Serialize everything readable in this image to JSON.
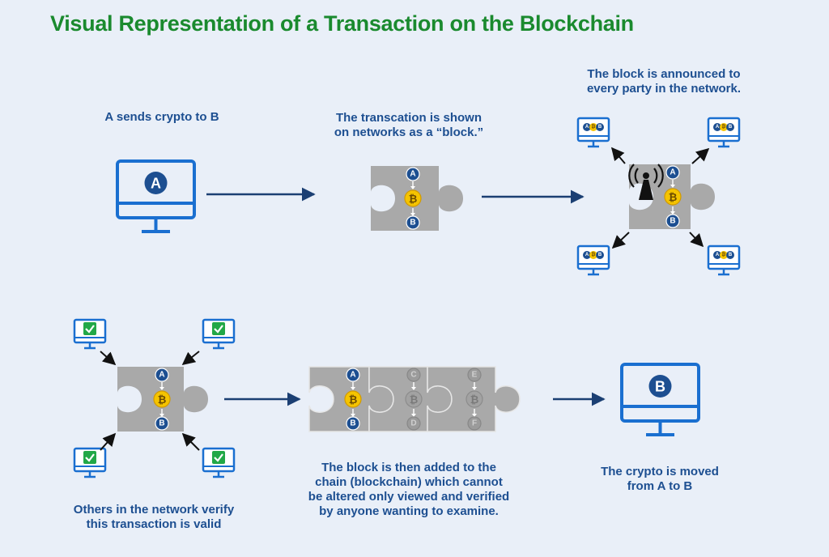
{
  "title": "Visual Representation of a Transaction on the Blockchain",
  "steps": {
    "send": {
      "line1": "A sends crypto to B"
    },
    "block": {
      "line1": "The transcation is shown",
      "line2": "on networks as a “block.”"
    },
    "announce": {
      "line1": "The block is announced to",
      "line2": "every party in the network."
    },
    "verify": {
      "line1": "Others in the network verify",
      "line2": "this transaction is valid"
    },
    "chain": {
      "line1": "The block is then added to the",
      "line2": "chain (blockchain) which cannot",
      "line3": "be altered only viewed and verified",
      "line4": "by anyone wanting to examine."
    },
    "moved": {
      "line1": "The crypto is moved",
      "line2": "from A to B"
    }
  },
  "labels": {
    "sender": "A",
    "receiver": "B",
    "coin": "₿",
    "chain_block2_from": "C",
    "chain_block2_to": "D",
    "chain_block3_from": "E",
    "chain_block3_to": "F"
  },
  "colors": {
    "title": "#1a8a2e",
    "caption": "#1d4f91",
    "monitor": "#1a6fd0",
    "puzzle": "#a9a9a9",
    "coin": "#f5c400",
    "node": "#1d4f91",
    "check": "#22a847",
    "background": "#e9eff8"
  },
  "icons": [
    "computer-monitor-icon",
    "puzzle-block-icon",
    "bitcoin-coin-icon",
    "broadcast-tower-icon",
    "checkmark-icon",
    "arrow-icon"
  ]
}
